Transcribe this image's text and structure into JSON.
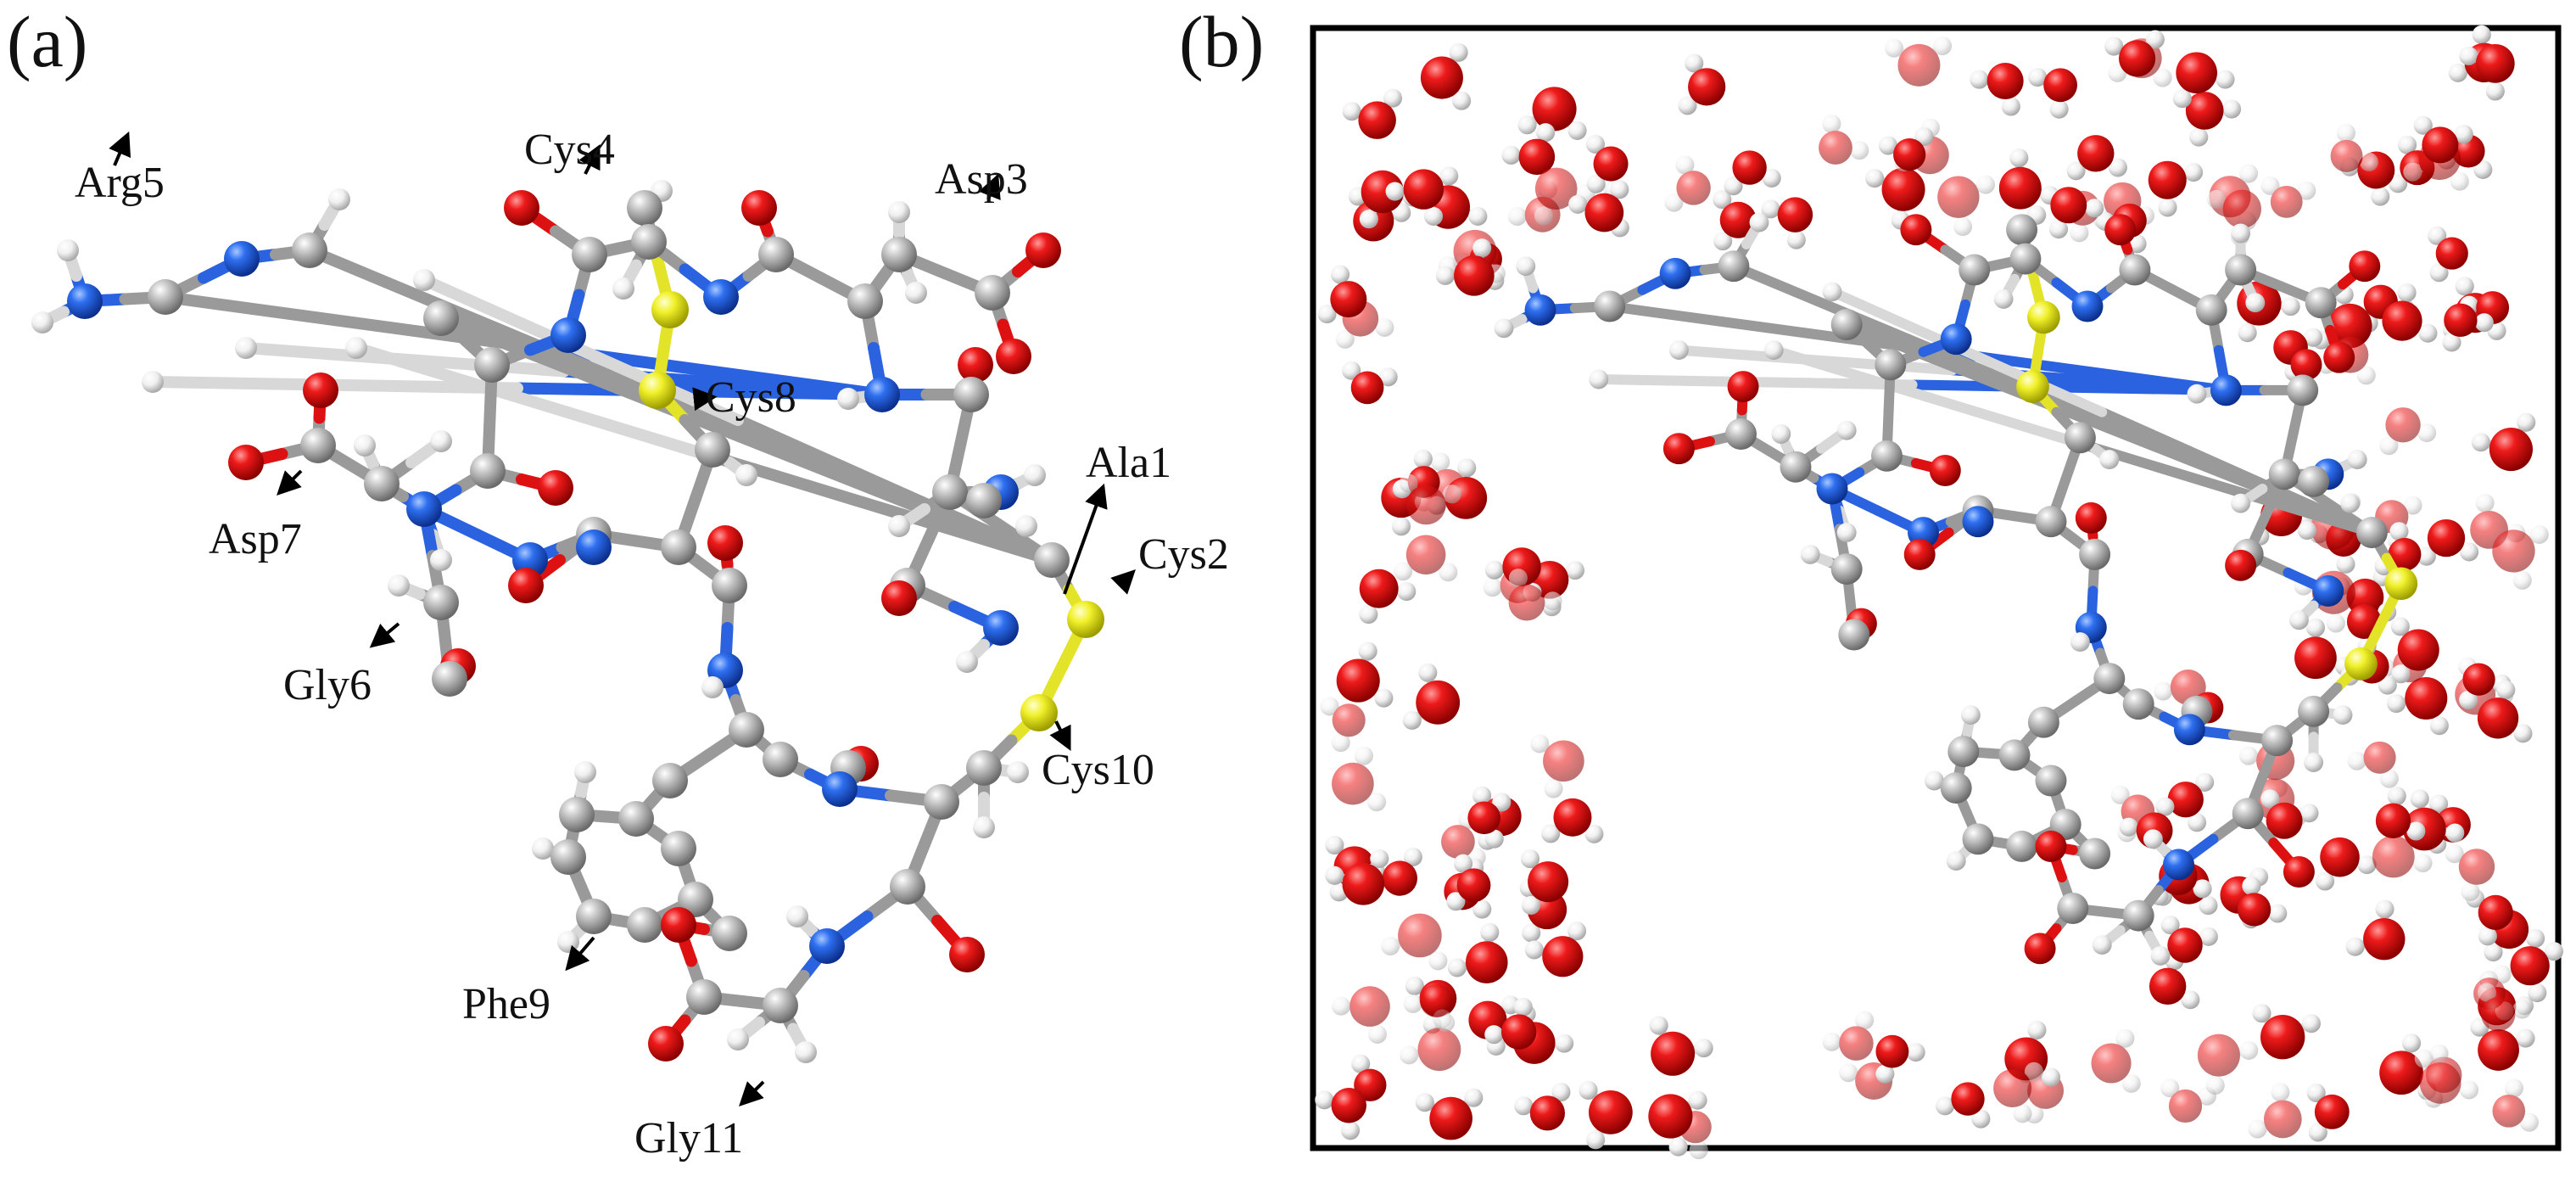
{
  "panels": [
    {
      "id": "a",
      "label": "(a)"
    },
    {
      "id": "b",
      "label": "(b)"
    }
  ],
  "residue_labels": [
    "Arg5",
    "Cys4",
    "Asp3",
    "Cys8",
    "Ala1",
    "Cys2",
    "Asp7",
    "Gly6",
    "Cys10",
    "Phe9",
    "Gly11"
  ],
  "atom_colors": {
    "carbon": "#a8a8a8",
    "oxygen": "#e00d0d",
    "nitrogen": "#1f5fe8",
    "hydrogen": "#f2f2f2",
    "sulfur": "#ecec2a"
  },
  "box_border_color": "#000000"
}
